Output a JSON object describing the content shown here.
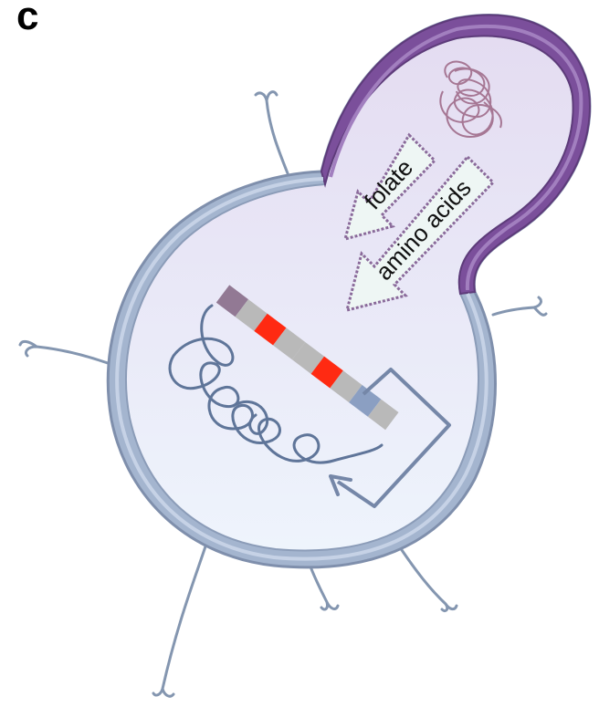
{
  "figure": {
    "panel_label": "c",
    "arrow_labels": {
      "folate": "folate",
      "amino_acids": "amino acids"
    }
  },
  "colors": {
    "cell_wall": "#9aabc9",
    "cell_wall_light": "#c3cfe3",
    "bud_wall": "#7a4f98",
    "bud_wall_light": "#a883bf",
    "cytoplasm": "#ece9f8",
    "flagella": "#7f92ad",
    "dna": "#5a7096",
    "plasmid_red": "#ff2a12",
    "plasmid_grey": "#b9b9b9",
    "plasmid_purple": "#927994",
    "plasmid_blue": "#8b9fc2",
    "arrow_border": "#8a6a9a",
    "tangle": "#9b6f8a"
  }
}
